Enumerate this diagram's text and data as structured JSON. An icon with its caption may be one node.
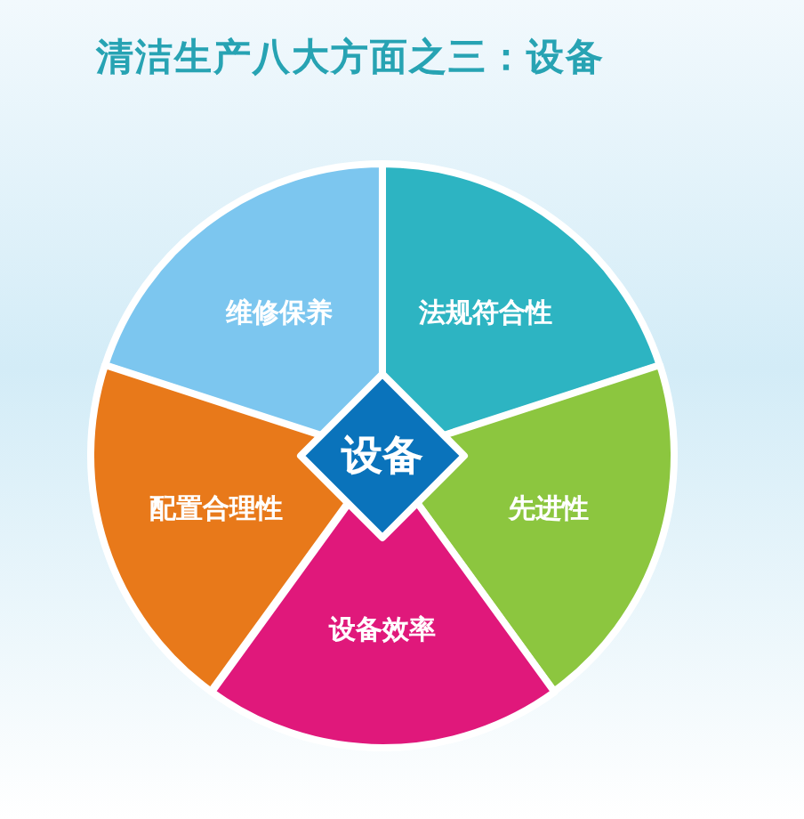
{
  "diagram": {
    "title": "清洁生产八大方面之三：设备",
    "nodes": [
      {
        "text": [
          "维修保养"
        ]
      },
      {
        "text": [
          "法规符合性"
        ]
      },
      {
        "text": [
          "设备"
        ]
      },
      {
        "text": [
          "配置合理性"
        ]
      },
      {
        "text": [
          "先进性"
        ]
      },
      {
        "text": [
          "设备效率"
        ]
      }
    ]
  }
}
